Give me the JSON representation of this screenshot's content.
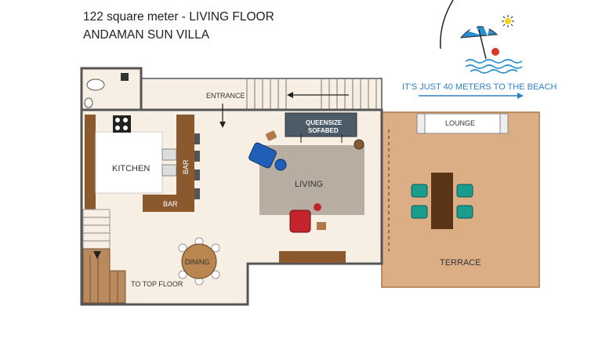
{
  "header": {
    "line1": "122 square meter -   LIVING FLOOR",
    "line2": "ANDAMAN SUN VILLA"
  },
  "beach_note": {
    "text": "IT'S JUST 40 METERS TO THE BEACH",
    "icons": [
      "beach-umbrella-icon",
      "sun-icon",
      "waves-icon",
      "beach-ball-icon",
      "arrow-right-icon"
    ]
  },
  "rooms": {
    "entrance": "ENTRANCE",
    "kitchen": "KITCHEN",
    "bar_vertical": "BAR",
    "bar_horizontal": "BAR",
    "living": "LIVING",
    "sofabed_line1": "QUEENSIZE",
    "sofabed_line2": "SOFABED",
    "dining": "DINING",
    "lounge": "LOUNGE",
    "terrace": "TERRACE",
    "stairs": "TO TOP FLOOR"
  },
  "colors": {
    "floor": "#f7efe3",
    "terrace": "#dcae86",
    "wood": "#8a5a2e",
    "rug": "#b8ada1",
    "sofa": "#4d5b68",
    "chair_blue": "#1f5fb8",
    "chair_red": "#c4242c",
    "teal": "#1a9c8e",
    "accent_blue": "#2f7fc7"
  }
}
